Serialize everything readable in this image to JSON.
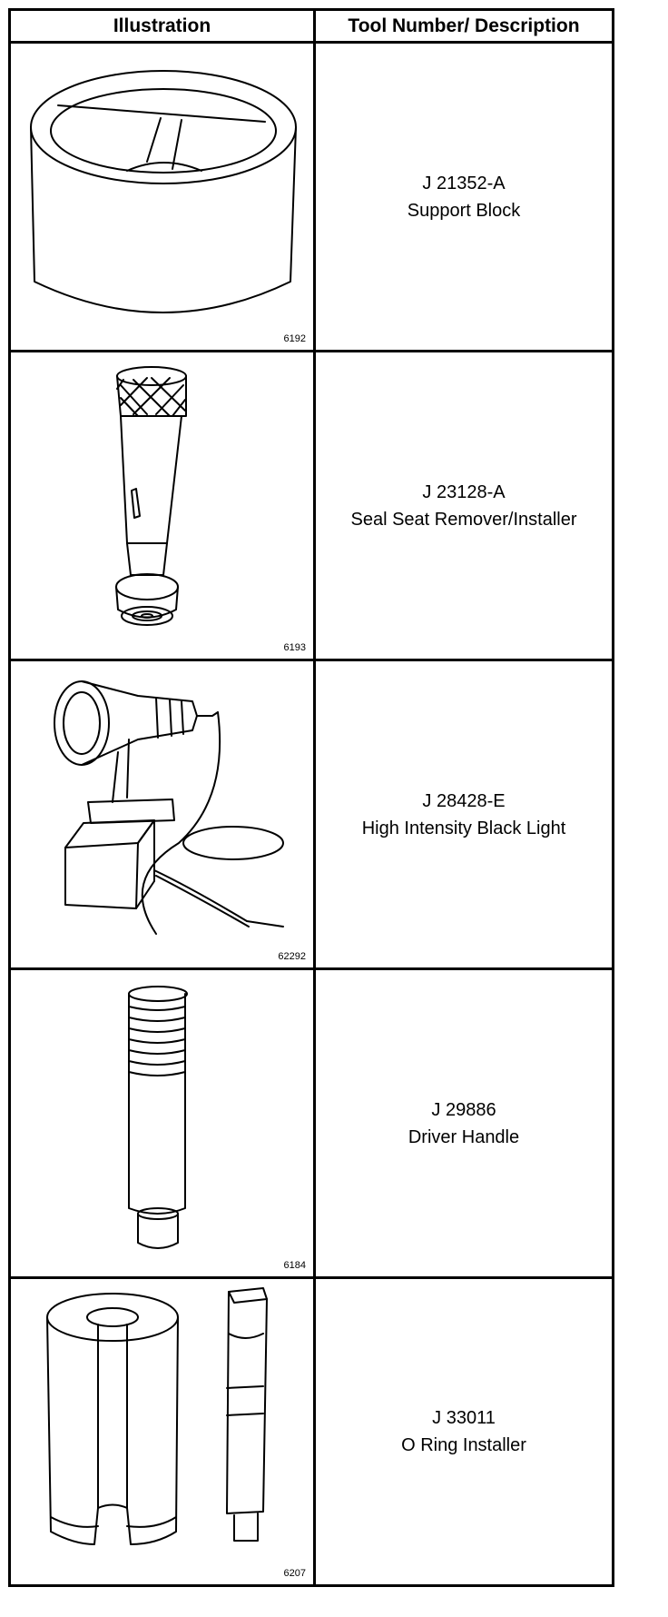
{
  "header": {
    "col_illustration": "Illustration",
    "col_tool": "Tool Number/ Description"
  },
  "rows": [
    {
      "illustration_icon": "support-block-icon",
      "figure_number": "6192",
      "tool_number": "J 21352-A",
      "description": "Support Block"
    },
    {
      "illustration_icon": "seal-seat-remover-installer-icon",
      "figure_number": "6193",
      "tool_number": "J 23128-A",
      "description": "Seal Seat Remover/Installer"
    },
    {
      "illustration_icon": "black-light-icon",
      "figure_number": "62292",
      "tool_number": "J 28428-E",
      "description": "High Intensity Black Light"
    },
    {
      "illustration_icon": "driver-handle-icon",
      "figure_number": "6184",
      "tool_number": "J 29886",
      "description": "Driver Handle"
    },
    {
      "illustration_icon": "o-ring-installer-icon",
      "figure_number": "6207",
      "tool_number": "J 33011",
      "description": "O Ring Installer"
    }
  ]
}
